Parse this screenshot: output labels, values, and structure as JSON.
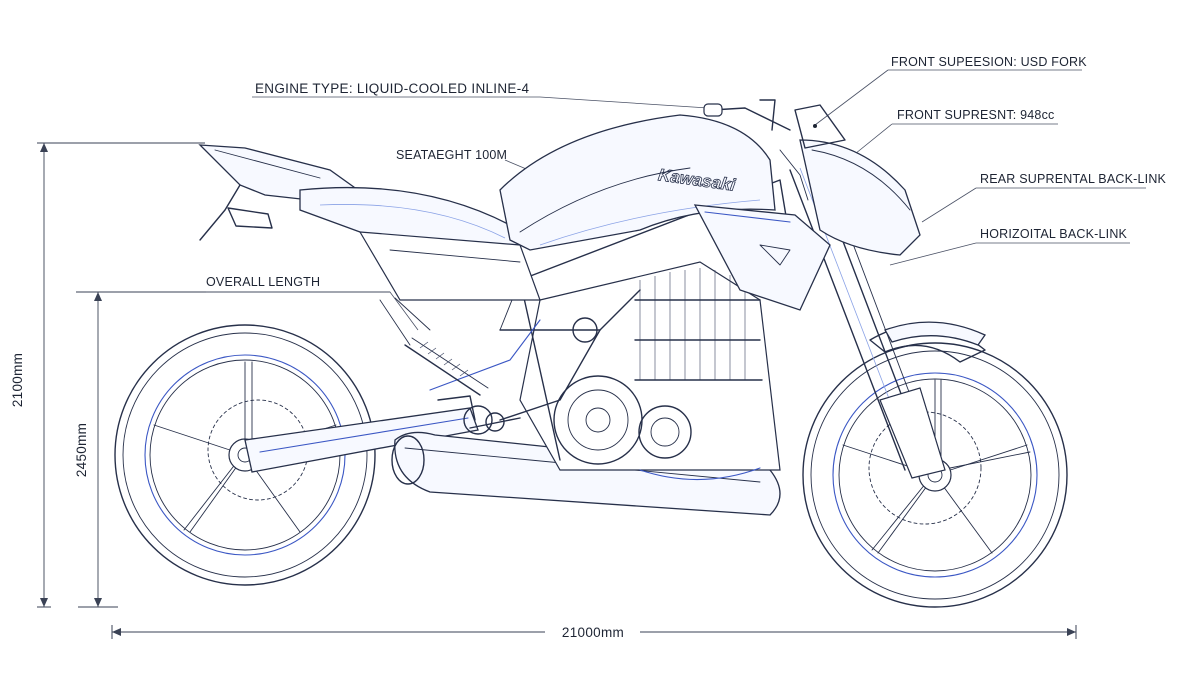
{
  "diagram": {
    "labels": {
      "engine_type": "ENGINE TYPE:  LIQUID-COOLED INLINE-4",
      "seat_height": "SEATAEGHT 100M",
      "overall_length": "OVERALL LENGTH",
      "front_suspension": "FRONT SUPEESION: USD FORK",
      "front_displacement": "FRONT SUPRESNT: 948cc",
      "rear_suspension": "REAR SUPRENTAL BACK-LINK",
      "horizontal_link": "HORIZOITAL BACK-LINK"
    },
    "dimensions": {
      "height_outer": "2100mm",
      "height_inner": "2450mm",
      "length": "21000mm"
    },
    "brand_text": "Kawasaki",
    "colors": {
      "ink": "#27304a",
      "accent_blue": "#3b57c4",
      "background": "#ffffff"
    }
  }
}
